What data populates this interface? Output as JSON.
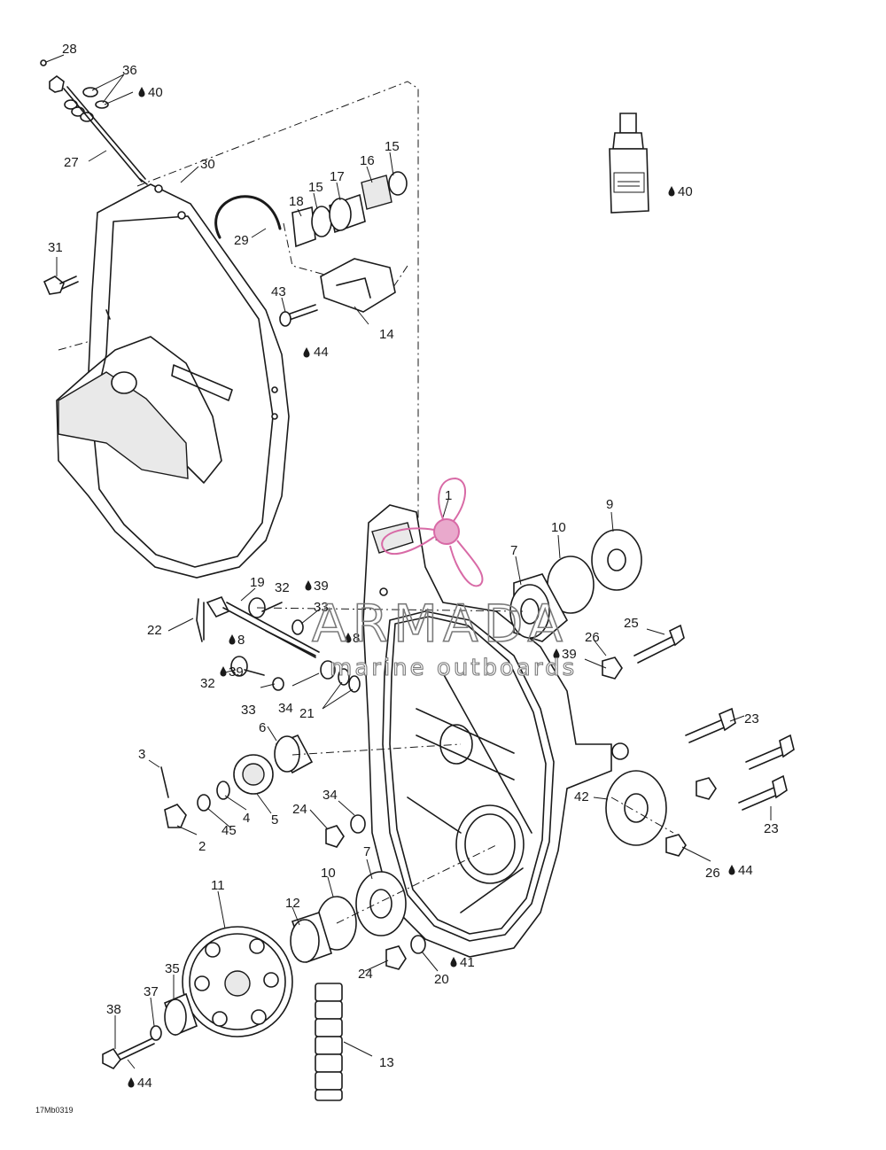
{
  "diagram": {
    "callouts": [
      {
        "id": "c28",
        "text": "28"
      },
      {
        "id": "c36",
        "text": "36"
      },
      {
        "id": "c40a",
        "text": "40"
      },
      {
        "id": "c27",
        "text": "27"
      },
      {
        "id": "c30",
        "text": "30"
      },
      {
        "id": "c31",
        "text": "31"
      },
      {
        "id": "c29",
        "text": "29"
      },
      {
        "id": "c18",
        "text": "18"
      },
      {
        "id": "c15a",
        "text": "15"
      },
      {
        "id": "c17",
        "text": "17"
      },
      {
        "id": "c16",
        "text": "16"
      },
      {
        "id": "c15b",
        "text": "15"
      },
      {
        "id": "c43",
        "text": "43"
      },
      {
        "id": "c14",
        "text": "14"
      },
      {
        "id": "c44a",
        "text": "44"
      },
      {
        "id": "c40b",
        "text": "40"
      },
      {
        "id": "c1",
        "text": "1"
      },
      {
        "id": "c9",
        "text": "9"
      },
      {
        "id": "c10a",
        "text": "10"
      },
      {
        "id": "c7a",
        "text": "7"
      },
      {
        "id": "c19",
        "text": "19"
      },
      {
        "id": "c32a",
        "text": "32"
      },
      {
        "id": "c39a",
        "text": "39"
      },
      {
        "id": "c22",
        "text": "22"
      },
      {
        "id": "c33a",
        "text": "33"
      },
      {
        "id": "c8a",
        "text": "8"
      },
      {
        "id": "c8b",
        "text": "8"
      },
      {
        "id": "c26a",
        "text": "26"
      },
      {
        "id": "c25",
        "text": "25"
      },
      {
        "id": "c39b",
        "text": "39"
      },
      {
        "id": "c32b",
        "text": "32"
      },
      {
        "id": "c39c",
        "text": "39"
      },
      {
        "id": "c33b",
        "text": "33"
      },
      {
        "id": "c34a",
        "text": "34"
      },
      {
        "id": "c21",
        "text": "21"
      },
      {
        "id": "c23a",
        "text": "23"
      },
      {
        "id": "c6",
        "text": "6"
      },
      {
        "id": "c3",
        "text": "3"
      },
      {
        "id": "c4",
        "text": "4"
      },
      {
        "id": "c5",
        "text": "5"
      },
      {
        "id": "c45",
        "text": "45"
      },
      {
        "id": "c2",
        "text": "2"
      },
      {
        "id": "c34b",
        "text": "34"
      },
      {
        "id": "c24a",
        "text": "24"
      },
      {
        "id": "c42",
        "text": "42"
      },
      {
        "id": "c23b",
        "text": "23"
      },
      {
        "id": "c26b",
        "text": "26"
      },
      {
        "id": "c44b",
        "text": "44"
      },
      {
        "id": "c7b",
        "text": "7"
      },
      {
        "id": "c11",
        "text": "11"
      },
      {
        "id": "c12",
        "text": "12"
      },
      {
        "id": "c10b",
        "text": "10"
      },
      {
        "id": "c24b",
        "text": "24"
      },
      {
        "id": "c20",
        "text": "20"
      },
      {
        "id": "c41",
        "text": "41"
      },
      {
        "id": "c35",
        "text": "35"
      },
      {
        "id": "c37",
        "text": "37"
      },
      {
        "id": "c38",
        "text": "38"
      },
      {
        "id": "c13",
        "text": "13"
      },
      {
        "id": "c44c",
        "text": "44"
      }
    ],
    "drawing_code": "17Mb0319",
    "lubricant_symbol": "droplet-icon"
  },
  "watermark": {
    "brand": "ARMADA",
    "tagline": "marine outboards",
    "logo_color": "#d86aa6",
    "text_color": "#7a7a7a"
  }
}
